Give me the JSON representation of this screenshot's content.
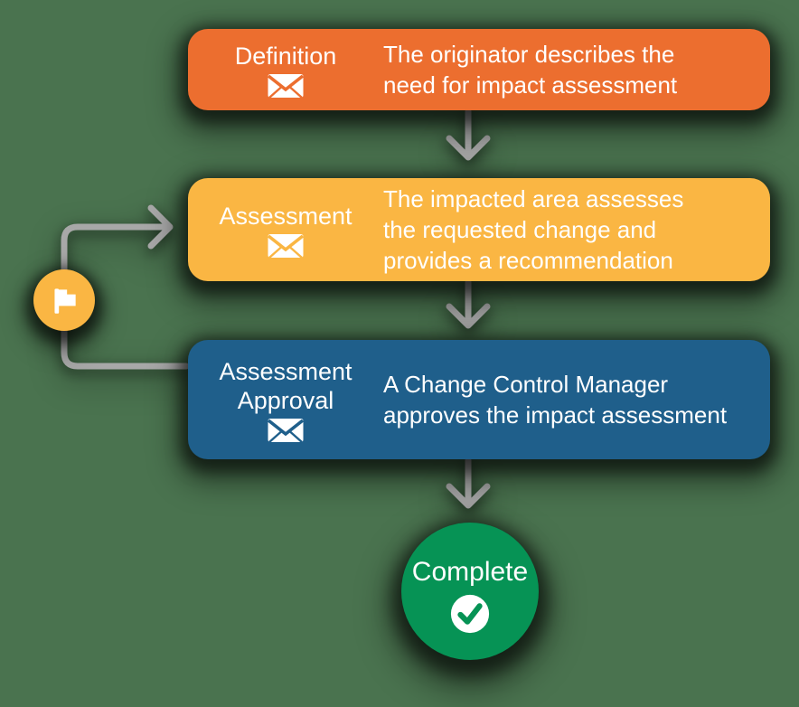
{
  "background_color": "#4A734F",
  "connectors": {
    "color": "#A8A8A8"
  },
  "steps": [
    {
      "label": "Definition",
      "icon": "mail-icon",
      "color": "#EC6E2F",
      "desc_lines": [
        "The originator describes the",
        "need for impact assessment",
        ""
      ]
    },
    {
      "label": "Assessment",
      "icon": "mail-icon",
      "color": "#FAB643",
      "desc_lines": [
        "The impacted area assesses",
        "the requested change and",
        "provides a recommendation"
      ]
    },
    {
      "label": "Assessment Approval",
      "icon": "mail-icon",
      "color": "#1F5F8B",
      "desc_lines": [
        "A Change Control Manager",
        "approves the impact assessment",
        ""
      ]
    }
  ],
  "loop": {
    "icon": "flag-icon",
    "color": "#FAB643"
  },
  "terminal": {
    "label": "Complete",
    "icon": "check-circle-icon",
    "color": "#069355"
  }
}
